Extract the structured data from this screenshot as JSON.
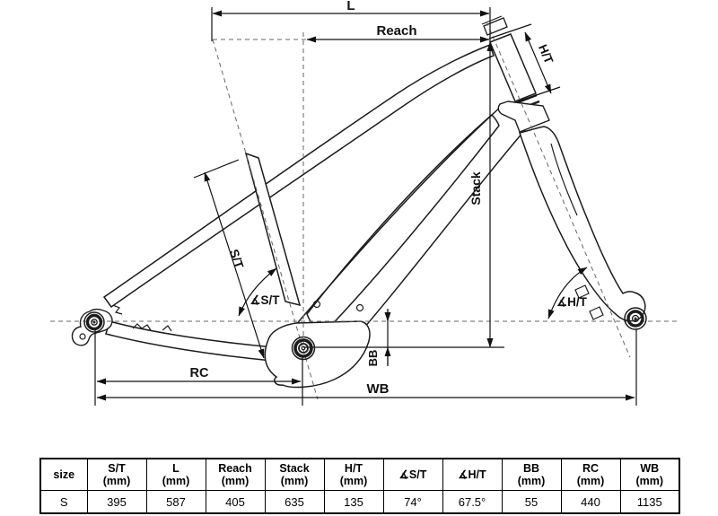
{
  "diagram": {
    "labels": {
      "L": "L",
      "reach": "Reach",
      "ht": "H/T",
      "stack": "Stack",
      "st": "S/T",
      "angle_st": "∡S/T",
      "angle_ht": "∡H/T",
      "bb": "BB",
      "rc": "RC",
      "wb": "WB"
    }
  },
  "table": {
    "columns": [
      {
        "label": "size",
        "unit": ""
      },
      {
        "label": "S/T",
        "unit": "(mm)"
      },
      {
        "label": "L",
        "unit": "(mm)"
      },
      {
        "label": "Reach",
        "unit": "(mm)"
      },
      {
        "label": "Stack",
        "unit": "(mm)"
      },
      {
        "label": "H/T",
        "unit": "(mm)"
      },
      {
        "label": "∡S/T",
        "unit": ""
      },
      {
        "label": "∡H/T",
        "unit": ""
      },
      {
        "label": "BB",
        "unit": "(mm)"
      },
      {
        "label": "RC",
        "unit": "(mm)"
      },
      {
        "label": "WB",
        "unit": "(mm)"
      }
    ],
    "rows": [
      [
        "S",
        "395",
        "587",
        "405",
        "635",
        "135",
        "74°",
        "67.5°",
        "55",
        "440",
        "1135"
      ]
    ]
  },
  "colors": {
    "frame_line": "#1c1c1c",
    "dimension_line": "#111111",
    "dashed_line": "#666666",
    "background": "#ffffff"
  }
}
